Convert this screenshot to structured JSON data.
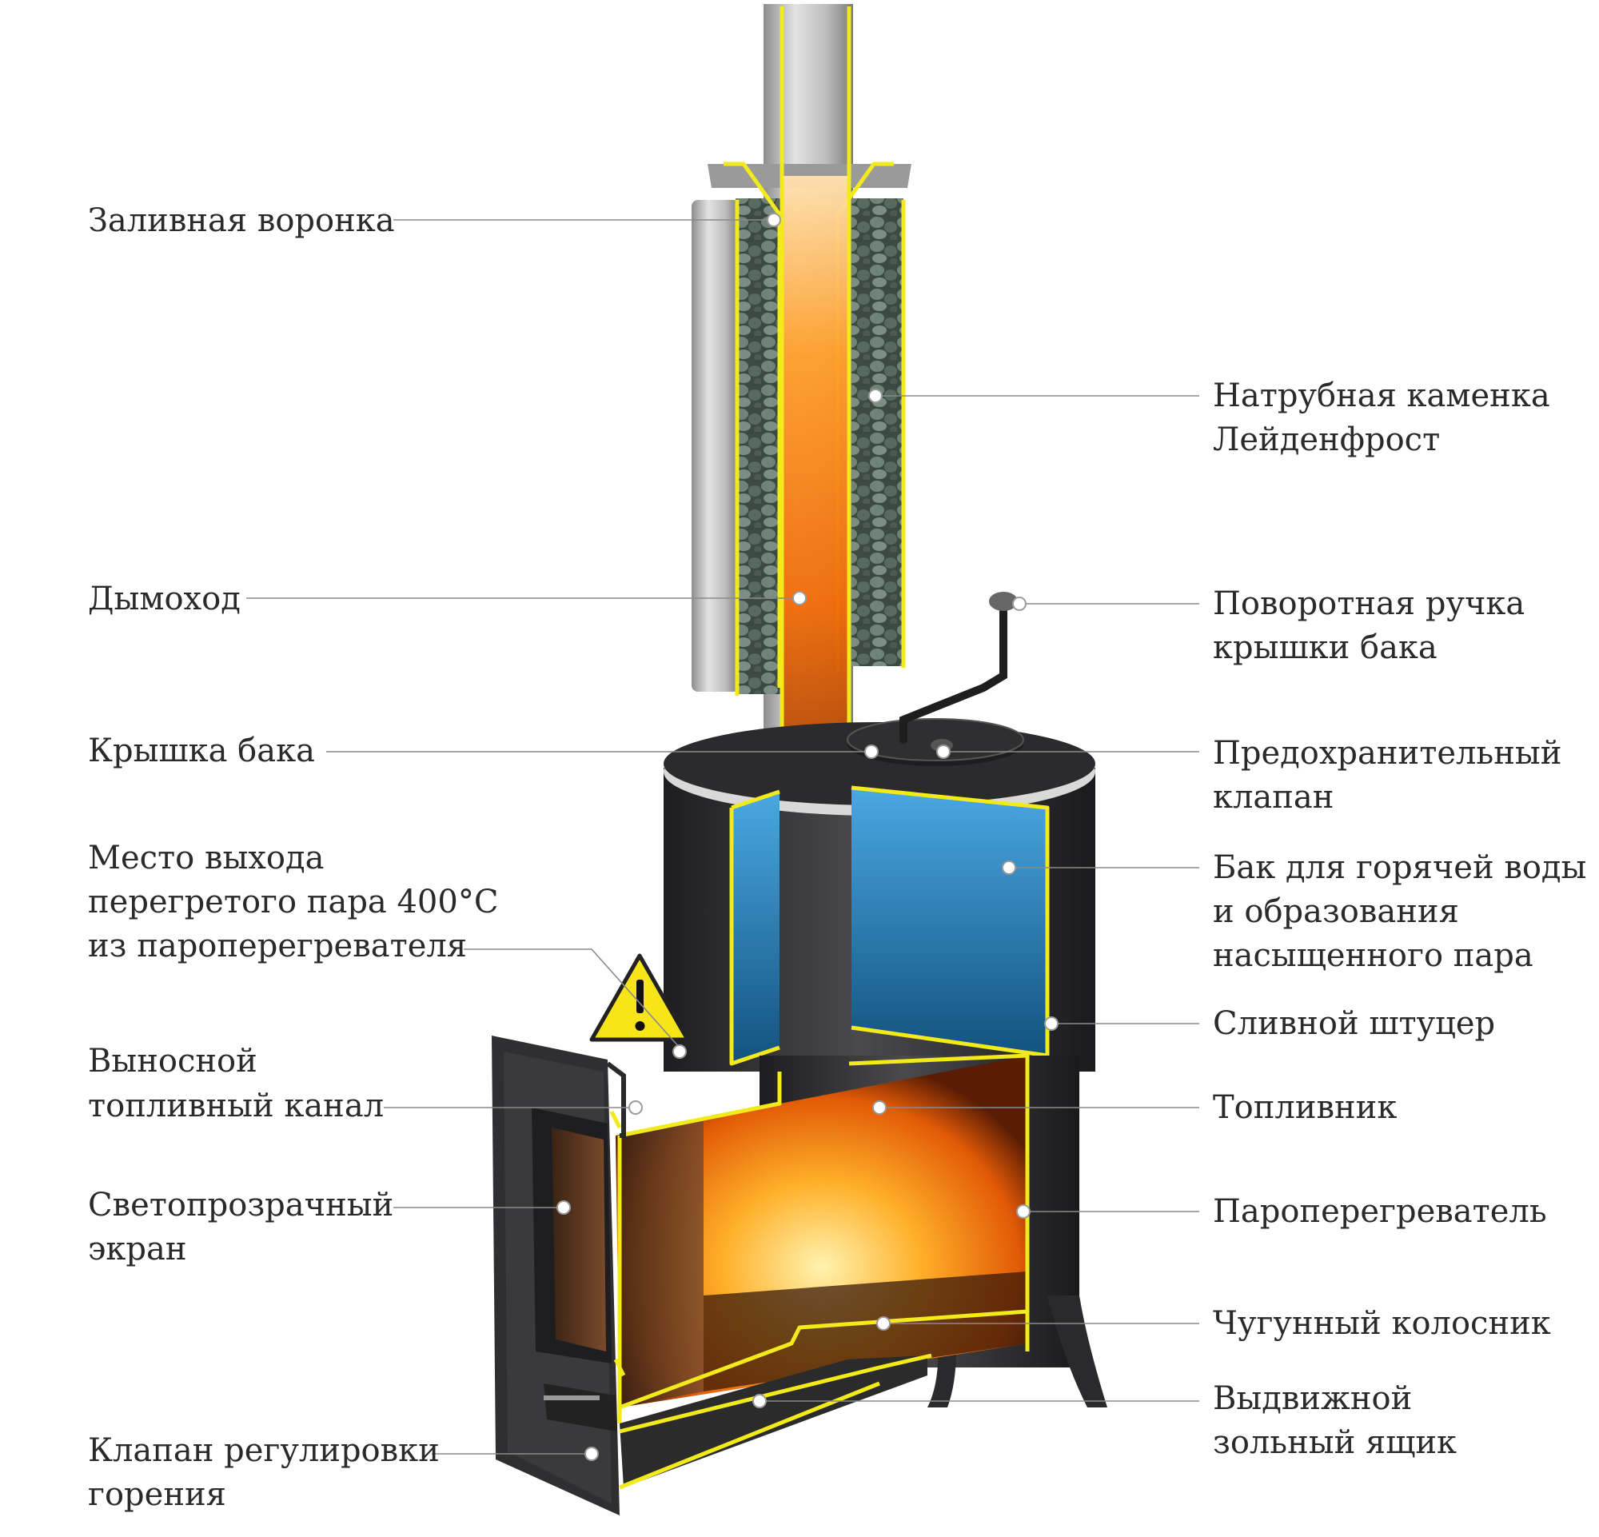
{
  "labels": {
    "funnel": "Заливная воронка",
    "chimney": "Дымоход",
    "tank_lid": "Крышка бака",
    "steam_outlet_l1": "Место выхода",
    "steam_outlet_l2": "перегретого пара 400°С",
    "steam_outlet_l3": "из пароперегревателя",
    "fuel_channel_l1": "Выносной",
    "fuel_channel_l2": "топливный канал",
    "glass_screen_l1": "Светопрозрачный",
    "glass_screen_l2": "экран",
    "air_valve_l1": "Клапан регулировки",
    "air_valve_l2": "горения",
    "stone_heater_l1": "Натрубная каменка",
    "stone_heater_l2": "Лейденфрост",
    "lid_handle_l1": "Поворотная ручка",
    "lid_handle_l2": "крышки бака",
    "safety_valve_l1": "Предохранительный",
    "safety_valve_l2": "клапан",
    "water_tank_l1": "Бак для горячей воды",
    "water_tank_l2": "и образования",
    "water_tank_l3": "насыщенного пара",
    "drain_fitting": "Сливной штуцер",
    "firebox": "Топливник",
    "superheater": "Пароперегреватель",
    "grate": "Чугунный колосник",
    "ash_drawer_l1": "Выдвижной",
    "ash_drawer_l2": "зольный ящик"
  },
  "icons": {
    "warning": "warning-triangle-icon"
  },
  "colors": {
    "highlight": "#f2ea1a",
    "water": "#1f86c4",
    "fire": "#ff8a10",
    "steel": "#c8c8c8",
    "body": "#2e2e30"
  }
}
